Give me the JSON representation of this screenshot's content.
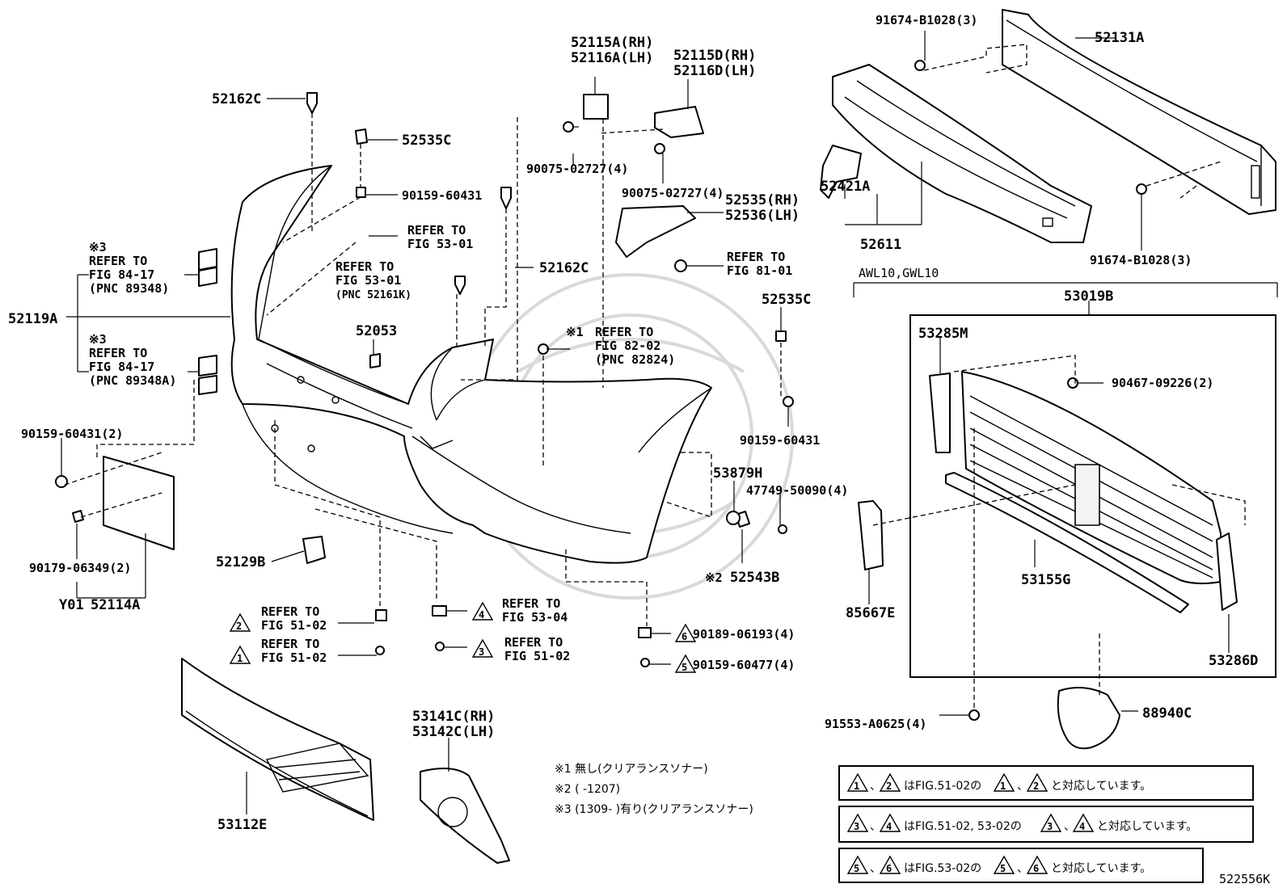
{
  "diagram_id": "522556K",
  "group_label": "AWL10,GWL10",
  "parts": {
    "p52162C_top": "52162C",
    "p52535C_top": "52535C",
    "p90159_60431_top": "90159-60431",
    "p52115A": "52115A(RH)",
    "p52116A": "52116A(LH)",
    "p52115D": "52115D(RH)",
    "p52116D": "52116D(LH)",
    "p90075_a": "90075-02727(4)",
    "p90075_b": "90075-02727(4)",
    "p91674_top": "91674-B1028(3)",
    "p52131A": "52131A",
    "p52421A": "52421A",
    "p52611": "52611",
    "p91674_bot": "91674-B1028(3)",
    "p52535_rh": "52535(RH)",
    "p52536_lh": "52536(LH)",
    "p52162C_mid": "52162C",
    "p52119A": "52119A",
    "p52053": "52053",
    "p52535C_mid": "52535C",
    "p90159_60431_mid": "90159-60431",
    "p53879H": "53879H",
    "p47749": "47749-50090(4)",
    "p52543B": "52543B",
    "p90159_60431_2": "90159-60431(2)",
    "p90179": "90179-06349(2)",
    "p52114A": "52114A",
    "y01": "Y01",
    "p52129B": "52129B",
    "p53112E": "53112E",
    "p53141C": "53141C(RH)",
    "p53142C": "53142C(LH)",
    "p90189": "90189-06193(4)",
    "p90159_60477": "90159-60477(4)",
    "p53019B": "53019B",
    "p53285M": "53285M",
    "p90467": "90467-09226(2)",
    "p85667E": "85667E",
    "p53155G": "53155G",
    "p53286D": "53286D",
    "p91553": "91553-A0625(4)",
    "p88940C": "88940C"
  },
  "refs": {
    "r_53_01_a": {
      "l1": "REFER TO",
      "l2": "FIG 53-01"
    },
    "r_53_01_b": {
      "l1": "REFER TO",
      "l2": "FIG 53-01",
      "l3": "(PNC 52161K)"
    },
    "r_81_01": {
      "l1": "REFER TO",
      "l2": "FIG 81-01"
    },
    "r_82_02": {
      "mark": "※1",
      "l1": "REFER TO",
      "l2": "FIG 82-02",
      "l3": "(PNC 82824)"
    },
    "r_84_17_a": {
      "mark": "※3",
      "l1": "REFER TO",
      "l2": "FIG 84-17",
      "l3": "(PNC 89348)"
    },
    "r_84_17_b": {
      "mark": "※3",
      "l1": "REFER TO",
      "l2": "FIG 84-17",
      "l3": "(PNC 89348A)"
    },
    "r_t2": {
      "num": "2",
      "l1": "REFER TO",
      "l2": "FIG 51-02"
    },
    "r_t1": {
      "num": "1",
      "l1": "REFER TO",
      "l2": "FIG 51-02"
    },
    "r_t4": {
      "num": "4",
      "l1": "REFER TO",
      "l2": "FIG 53-04"
    },
    "r_t3": {
      "num": "3",
      "l1": "REFER TO",
      "l2": "FIG 51-02"
    },
    "t6": "6",
    "t5": "5",
    "mark2": "※2"
  },
  "notes": {
    "n1": "※1 無し(クリアランスソナー)",
    "n2": "※2 (        -1207)",
    "n3": "※3 (1309-        )有り(クリアランスソナー)"
  },
  "legend": [
    {
      "a": "1",
      "b": "2",
      "text_mid": "はFIG.51-02の",
      "text_end": "と対応しています。"
    },
    {
      "a": "3",
      "b": "4",
      "text_mid": "はFIG.51-02, 53-02の",
      "text_end": "と対応しています。"
    },
    {
      "a": "5",
      "b": "6",
      "text_mid": "はFIG.53-02の",
      "text_end": "と対応しています。"
    }
  ],
  "sep": "、"
}
